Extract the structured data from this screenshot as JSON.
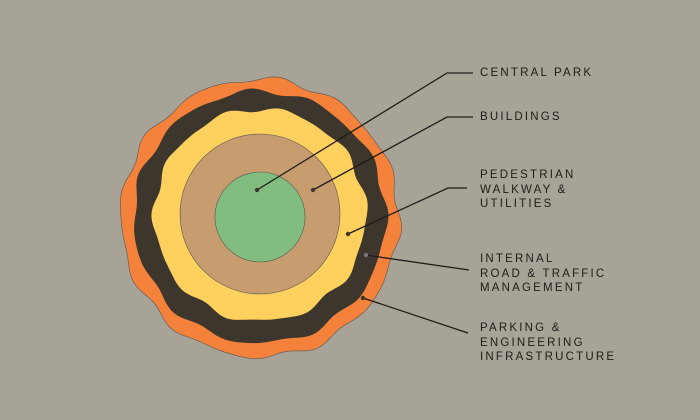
{
  "rings": [
    {
      "name": "parking-engineering-infrastructure",
      "color": "#f4823a"
    },
    {
      "name": "internal-road-traffic",
      "color": "#3d362d"
    },
    {
      "name": "pedestrian-walkway-utilities",
      "color": "#fed05e"
    },
    {
      "name": "buildings",
      "color": "#c79c6f"
    },
    {
      "name": "central-park",
      "color": "#82bd80"
    }
  ],
  "labels": {
    "central_park": "CENTRAL PARK",
    "buildings": "BUILDINGS",
    "pedestrian": [
      "PEDESTRIAN",
      "WALKWAY &",
      "UTILITIES"
    ],
    "internal_road": [
      "INTERNAL",
      "ROAD & TRAFFIC",
      "MANAGEMENT"
    ],
    "parking": [
      "PARKING &",
      "ENGINEERING",
      "INFRASTRUCTURE"
    ]
  }
}
